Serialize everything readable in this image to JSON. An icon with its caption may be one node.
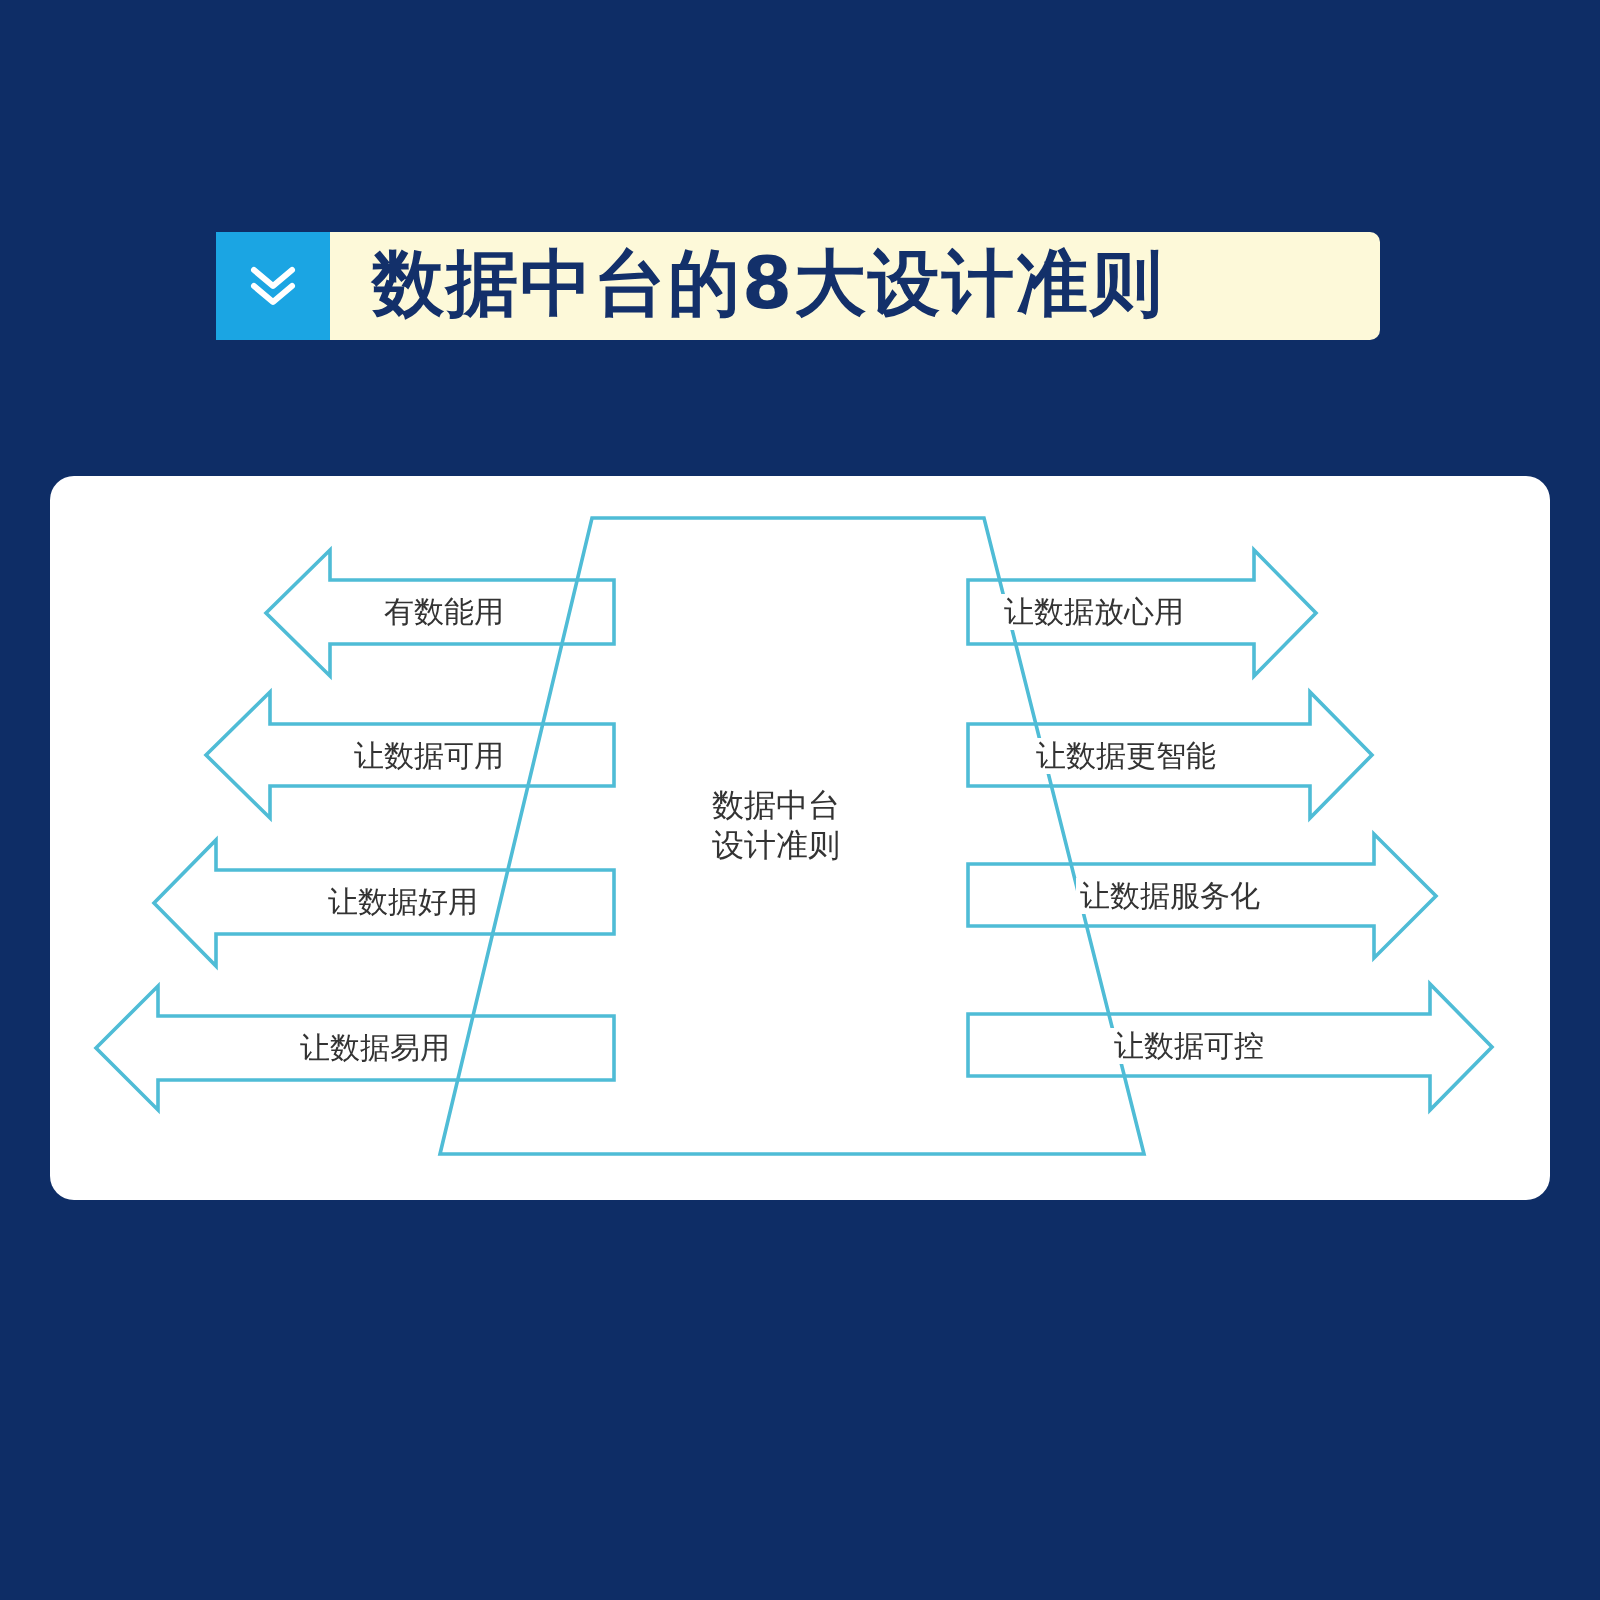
{
  "diagram": {
    "title": "数据中台的8大设计准则",
    "nodes": [
      {
        "text": [
          "数据中台设计准则"
        ]
      },
      {
        "text": [
          "有数能用"
        ]
      },
      {
        "text": [
          "让数据可用"
        ]
      },
      {
        "text": [
          "让数据好用"
        ]
      },
      {
        "text": [
          "让数据易用"
        ]
      },
      {
        "text": [
          "让数据放心用"
        ]
      },
      {
        "text": [
          "让数据更智能"
        ]
      },
      {
        "text": [
          "让数据服务化"
        ]
      },
      {
        "text": [
          "让数据可控"
        ]
      }
    ]
  }
}
